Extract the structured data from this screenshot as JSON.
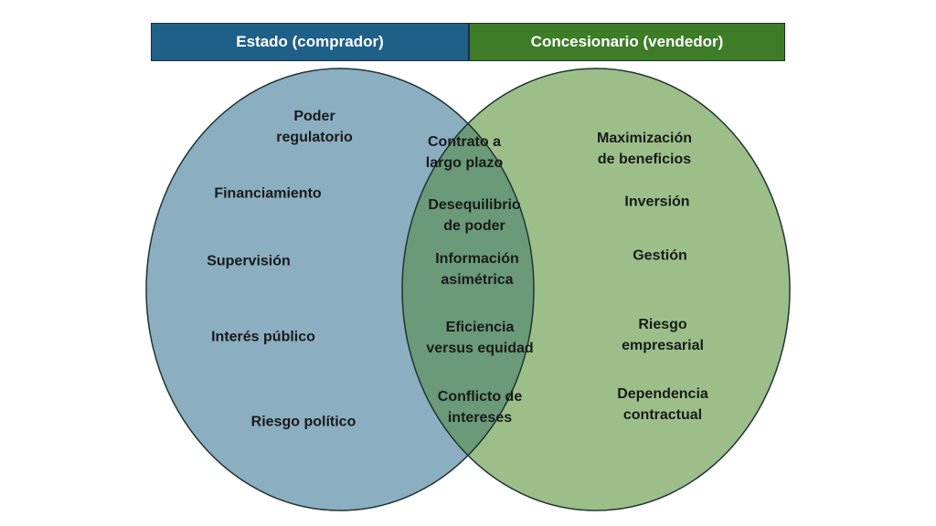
{
  "colors": {
    "left_header": "#1f6088",
    "right_header": "#3d7d27",
    "left_circle": "#8baec1",
    "right_circle": "#9cbf8a",
    "overlap": "#6a9a78",
    "outline": "#1f3530"
  },
  "headers": {
    "left": "Estado (comprador)",
    "right": "Concesionario (vendedor)"
  },
  "left_items": [
    "Poder\nregulatorio",
    "Financiamiento",
    "Supervisión",
    "Interés público",
    "Riesgo político"
  ],
  "center_items": [
    "Contrato a\nlargo plazo",
    "Desequilibrio\nde poder",
    "Información\nasimétrica",
    "Eficiencia\nversus equidad",
    "Conflicto de\nintereses"
  ],
  "right_items": [
    "Maximización\nde beneficios",
    "Inversión",
    "Gestión",
    "Riesgo\nempresarial",
    "Dependencia\ncontractual"
  ]
}
